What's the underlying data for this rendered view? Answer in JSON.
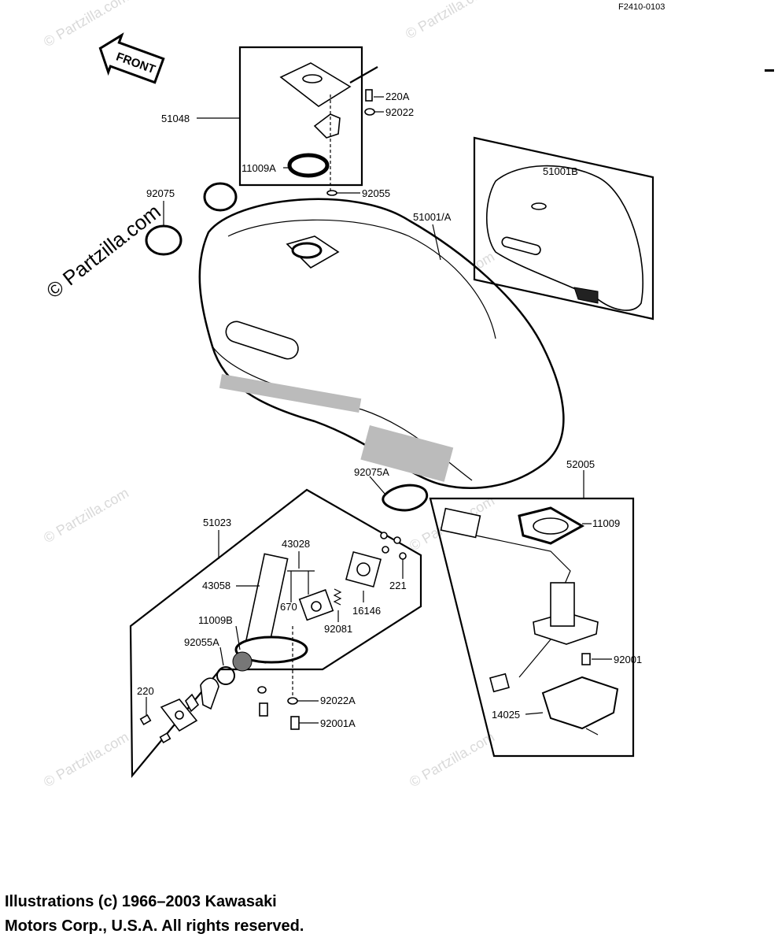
{
  "figure_id": "F2410-0103",
  "front_label": "FRONT",
  "watermark": "© Partzilla.com",
  "labels": {
    "p51048": "51048",
    "p220A": "220A",
    "p92022": "92022",
    "p11009A": "11009A",
    "p92055": "92055",
    "p92075": "92075",
    "p51001A": "51001/A",
    "p51001B": "51001B",
    "p92075A": "92075A",
    "p51023": "51023",
    "p43028": "43028",
    "p43058": "43058",
    "p670": "670",
    "p11009B": "11009B",
    "p92055A": "92055A",
    "p92081": "92081",
    "p16146": "16146",
    "p221": "221",
    "p220": "220",
    "p92022A": "92022A",
    "p92001A": "92001A",
    "p52005": "52005",
    "p11009": "11009",
    "p92001": "92001",
    "p14025": "14025"
  },
  "footer": {
    "line1": "Illustrations (c) 1966–2003 Kawasaki",
    "line2": "Motors Corp., U.S.A.  All rights reserved."
  }
}
